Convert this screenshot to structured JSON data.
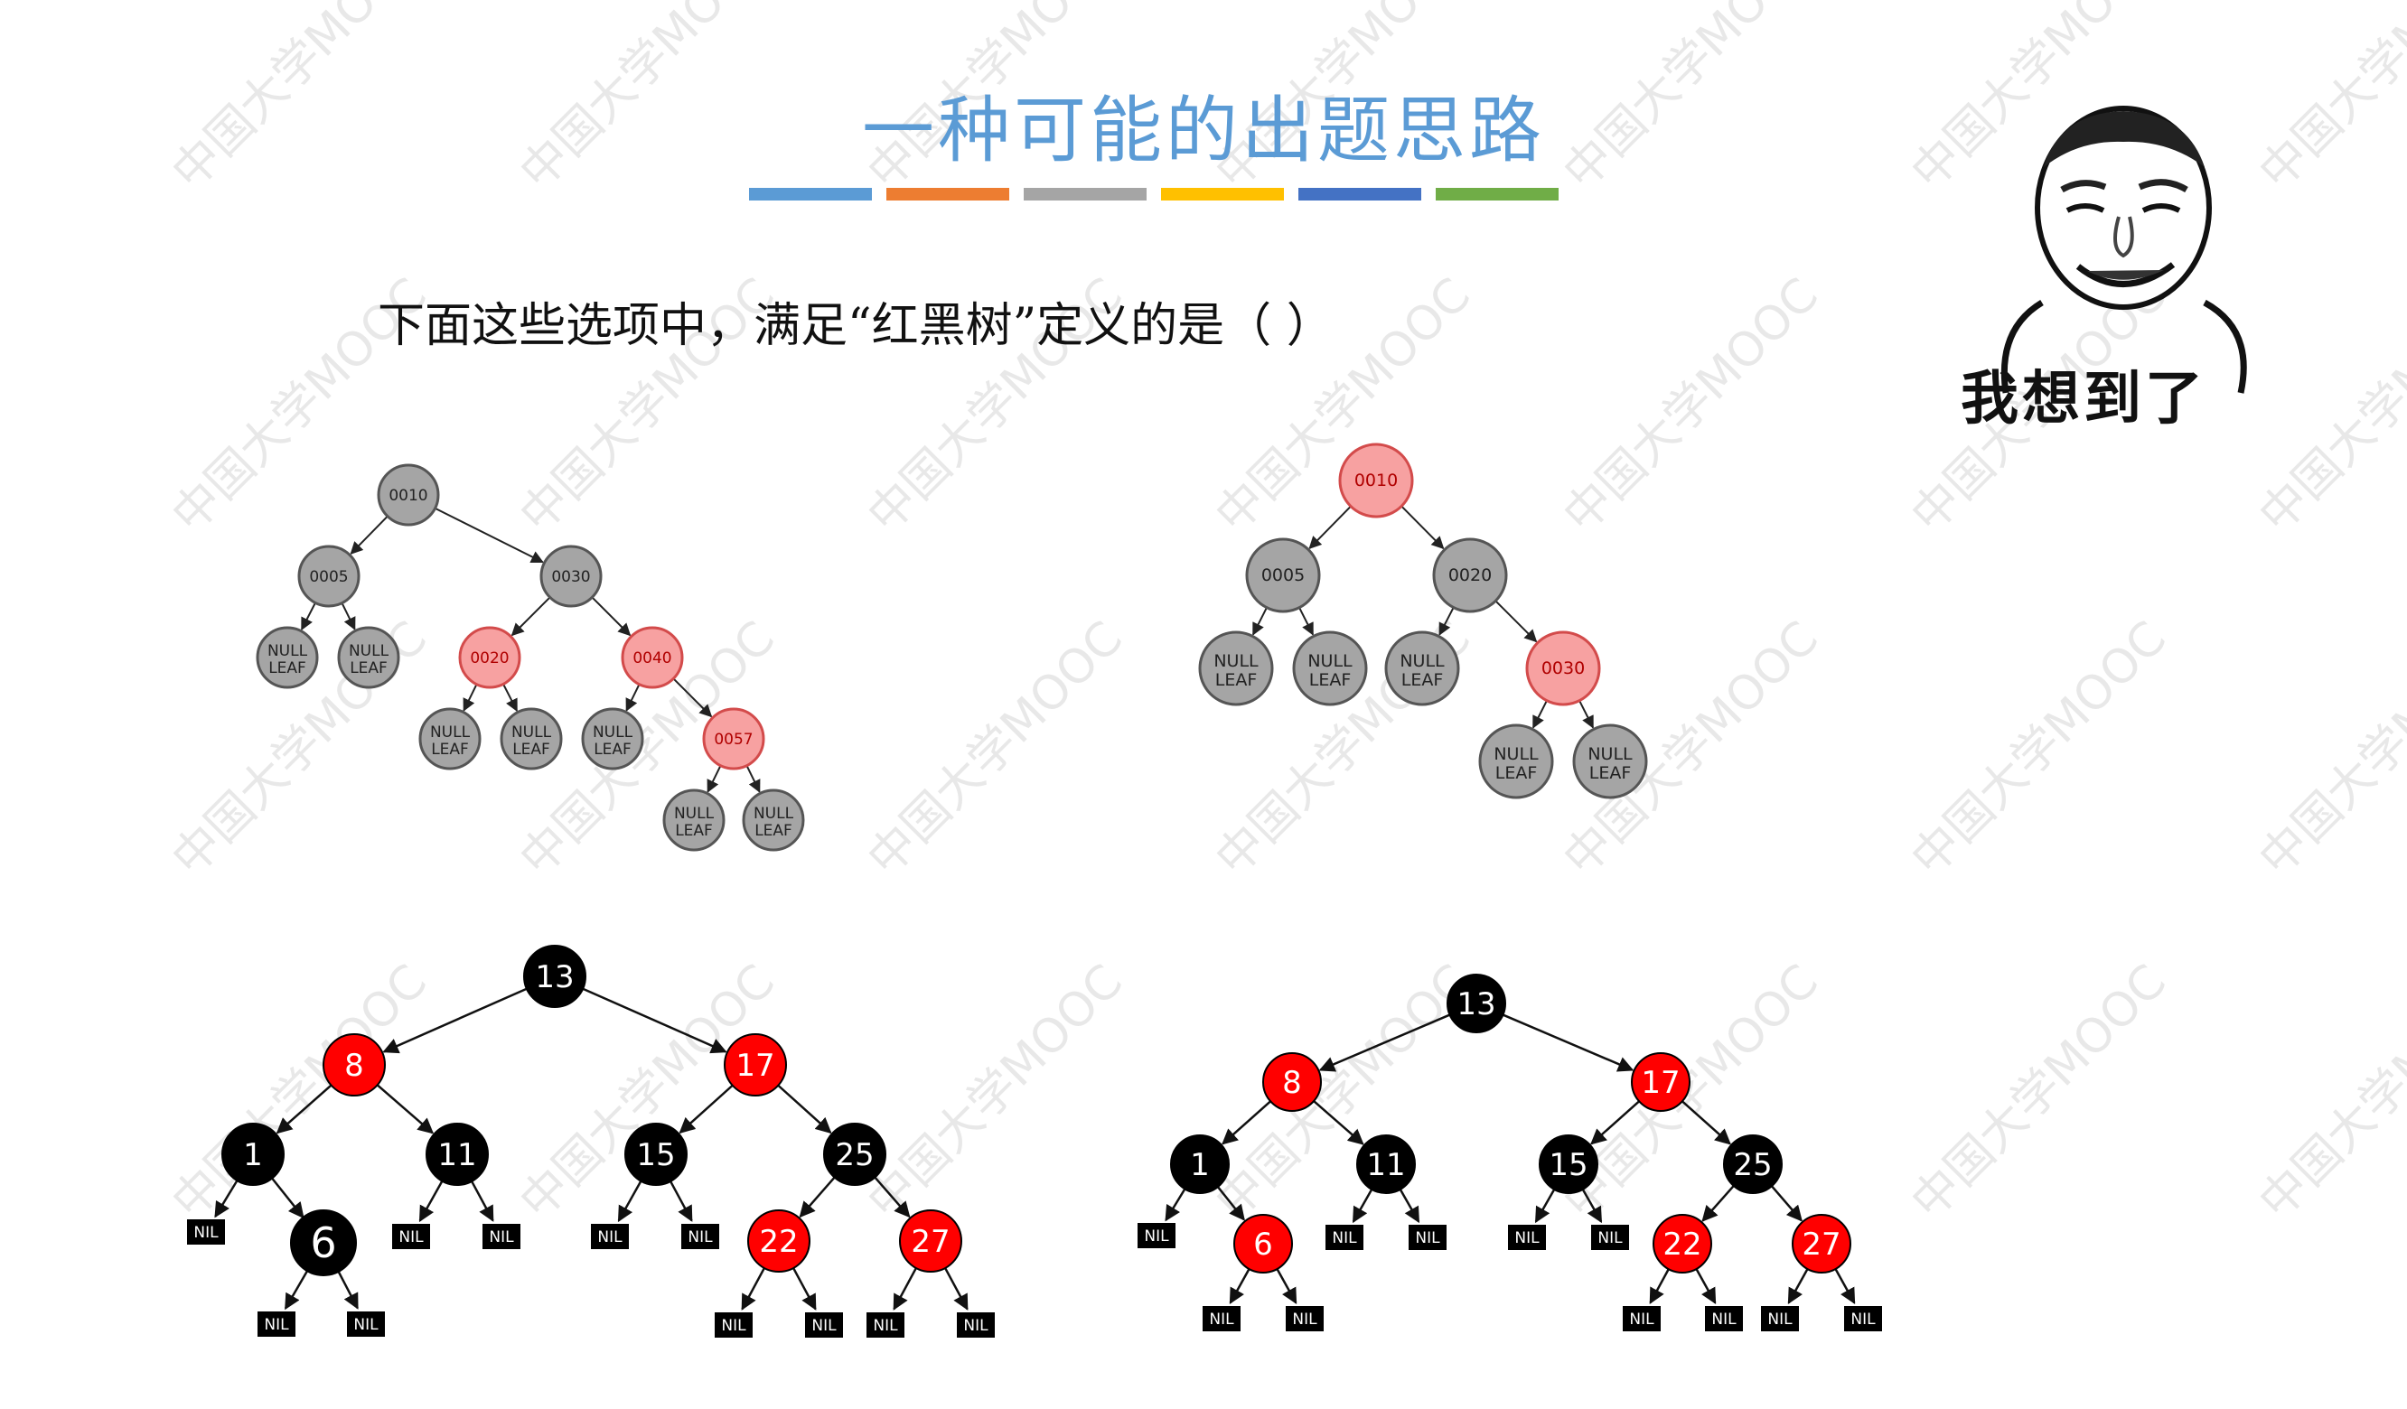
{
  "title": "一种可能的出题思路",
  "bar_colors": [
    "#5B9BD5",
    "#ED7D31",
    "#A5A5A5",
    "#FFC000",
    "#4472C4",
    "#70AD47"
  ],
  "question": "下面这些选项中，满足“红黑树”定义的是（    ）",
  "meme_caption": "我想到了",
  "watermark": "中国大学MOOC",
  "trees": [
    {
      "id": "tree-a",
      "nodes": [
        {
          "label": "0010",
          "color": "gray"
        },
        {
          "label": "0005",
          "color": "gray"
        },
        {
          "label": "0030",
          "color": "gray"
        },
        {
          "label": "NULL LEAF",
          "color": "gray"
        },
        {
          "label": "NULL LEAF",
          "color": "gray"
        },
        {
          "label": "0020",
          "color": "pink"
        },
        {
          "label": "0040",
          "color": "pink"
        },
        {
          "label": "NULL LEAF",
          "color": "gray"
        },
        {
          "label": "NULL LEAF",
          "color": "gray"
        },
        {
          "label": "NULL LEAF",
          "color": "gray"
        },
        {
          "label": "0057",
          "color": "pink"
        },
        {
          "label": "NULL LEAF",
          "color": "gray"
        },
        {
          "label": "NULL LEAF",
          "color": "gray"
        }
      ],
      "edges": [
        [
          0,
          1
        ],
        [
          0,
          2
        ],
        [
          1,
          3
        ],
        [
          1,
          4
        ],
        [
          2,
          5
        ],
        [
          2,
          6
        ],
        [
          5,
          7
        ],
        [
          5,
          8
        ],
        [
          6,
          9
        ],
        [
          6,
          10
        ],
        [
          10,
          11
        ],
        [
          10,
          12
        ]
      ]
    },
    {
      "id": "tree-b",
      "nodes": [
        {
          "label": "0010",
          "color": "pink"
        },
        {
          "label": "0005",
          "color": "gray"
        },
        {
          "label": "0020",
          "color": "gray"
        },
        {
          "label": "NULL LEAF",
          "color": "gray"
        },
        {
          "label": "NULL LEAF",
          "color": "gray"
        },
        {
          "label": "NULL LEAF",
          "color": "gray"
        },
        {
          "label": "0030",
          "color": "pink"
        },
        {
          "label": "NULL LEAF",
          "color": "gray"
        },
        {
          "label": "NULL LEAF",
          "color": "gray"
        }
      ],
      "edges": [
        [
          0,
          1
        ],
        [
          0,
          2
        ],
        [
          1,
          3
        ],
        [
          1,
          4
        ],
        [
          2,
          5
        ],
        [
          2,
          6
        ],
        [
          6,
          7
        ],
        [
          6,
          8
        ]
      ]
    },
    {
      "id": "tree-c",
      "nodes": [
        {
          "label": "13",
          "color": "black"
        },
        {
          "label": "8",
          "color": "red"
        },
        {
          "label": "17",
          "color": "red"
        },
        {
          "label": "1",
          "color": "black"
        },
        {
          "label": "11",
          "color": "black"
        },
        {
          "label": "15",
          "color": "black"
        },
        {
          "label": "25",
          "color": "black"
        },
        {
          "label": "NIL",
          "color": "nil"
        },
        {
          "label": "6",
          "color": "black"
        },
        {
          "label": "NIL",
          "color": "nil"
        },
        {
          "label": "NIL",
          "color": "nil"
        },
        {
          "label": "NIL",
          "color": "nil"
        },
        {
          "label": "NIL",
          "color": "nil"
        },
        {
          "label": "22",
          "color": "red"
        },
        {
          "label": "27",
          "color": "red"
        },
        {
          "label": "NIL",
          "color": "nil"
        },
        {
          "label": "NIL",
          "color": "nil"
        },
        {
          "label": "NIL",
          "color": "nil"
        },
        {
          "label": "NIL",
          "color": "nil"
        },
        {
          "label": "NIL",
          "color": "nil"
        },
        {
          "label": "NIL",
          "color": "nil"
        }
      ],
      "edges": [
        [
          0,
          1
        ],
        [
          0,
          2
        ],
        [
          1,
          3
        ],
        [
          1,
          4
        ],
        [
          2,
          5
        ],
        [
          2,
          6
        ],
        [
          3,
          7
        ],
        [
          3,
          8
        ],
        [
          4,
          9
        ],
        [
          4,
          10
        ],
        [
          5,
          11
        ],
        [
          5,
          12
        ],
        [
          6,
          13
        ],
        [
          6,
          14
        ],
        [
          8,
          15
        ],
        [
          8,
          16
        ],
        [
          13,
          17
        ],
        [
          13,
          18
        ],
        [
          14,
          19
        ],
        [
          14,
          20
        ]
      ]
    },
    {
      "id": "tree-d",
      "nodes": [
        {
          "label": "13",
          "color": "black"
        },
        {
          "label": "8",
          "color": "red"
        },
        {
          "label": "17",
          "color": "red"
        },
        {
          "label": "1",
          "color": "black"
        },
        {
          "label": "11",
          "color": "black"
        },
        {
          "label": "15",
          "color": "black"
        },
        {
          "label": "25",
          "color": "black"
        },
        {
          "label": "NIL",
          "color": "nil"
        },
        {
          "label": "6",
          "color": "red"
        },
        {
          "label": "NIL",
          "color": "nil"
        },
        {
          "label": "NIL",
          "color": "nil"
        },
        {
          "label": "NIL",
          "color": "nil"
        },
        {
          "label": "NIL",
          "color": "nil"
        },
        {
          "label": "22",
          "color": "red"
        },
        {
          "label": "27",
          "color": "red"
        },
        {
          "label": "NIL",
          "color": "nil"
        },
        {
          "label": "NIL",
          "color": "nil"
        },
        {
          "label": "NIL",
          "color": "nil"
        },
        {
          "label": "NIL",
          "color": "nil"
        },
        {
          "label": "NIL",
          "color": "nil"
        },
        {
          "label": "NIL",
          "color": "nil"
        }
      ],
      "edges": [
        [
          0,
          1
        ],
        [
          0,
          2
        ],
        [
          1,
          3
        ],
        [
          1,
          4
        ],
        [
          2,
          5
        ],
        [
          2,
          6
        ],
        [
          3,
          7
        ],
        [
          3,
          8
        ],
        [
          4,
          9
        ],
        [
          4,
          10
        ],
        [
          5,
          11
        ],
        [
          5,
          12
        ],
        [
          6,
          13
        ],
        [
          6,
          14
        ],
        [
          8,
          15
        ],
        [
          8,
          16
        ],
        [
          13,
          17
        ],
        [
          13,
          18
        ],
        [
          14,
          19
        ],
        [
          14,
          20
        ]
      ]
    }
  ]
}
